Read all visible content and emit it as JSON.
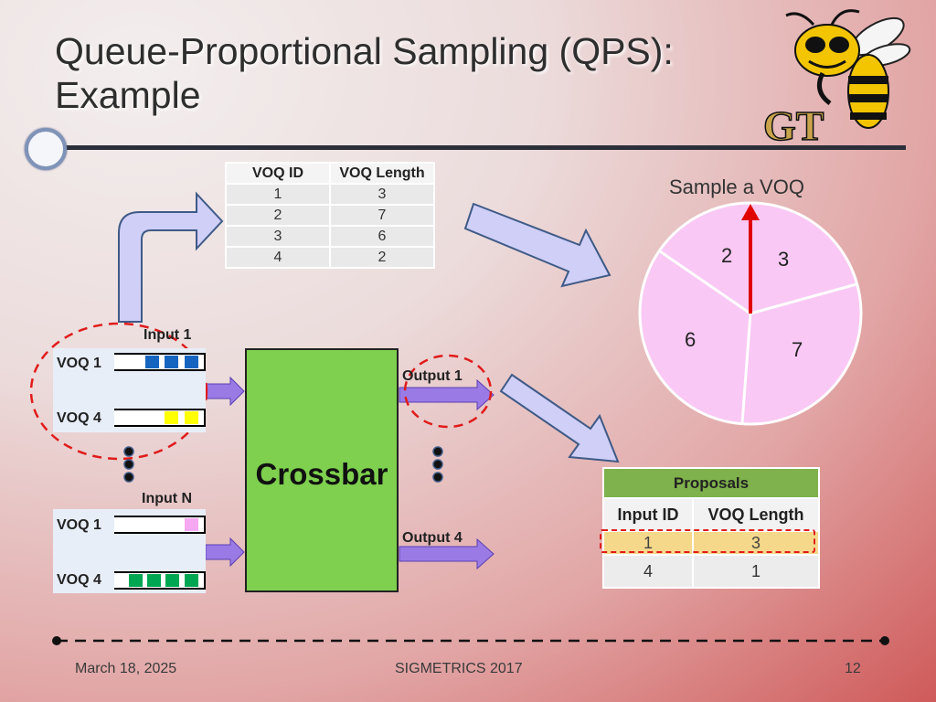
{
  "title": {
    "line1": "Queue-Proportional Sampling (QPS):",
    "line2": "Example"
  },
  "voq_table": {
    "headers": [
      "VOQ ID",
      "VOQ Length"
    ],
    "rows": [
      [
        "1",
        "3"
      ],
      [
        "2",
        "7"
      ],
      [
        "3",
        "6"
      ],
      [
        "4",
        "2"
      ]
    ]
  },
  "sample_label": "Sample a VOQ",
  "pie": {
    "slices": [
      "2",
      "3",
      "7",
      "6"
    ],
    "colors": {
      "fill": "#f9c8f4",
      "pointer": "#e00000"
    }
  },
  "inputs": [
    {
      "label": "Input 1",
      "voqs": [
        {
          "label": "VOQ 1",
          "packets": 3,
          "color": "#1565c0"
        },
        {
          "label": "VOQ 4",
          "packets": 2,
          "color": "#ffff00"
        }
      ]
    },
    {
      "label": "Input N",
      "voqs": [
        {
          "label": "VOQ 1",
          "packets": 1,
          "color": "#f7a8f2"
        },
        {
          "label": "VOQ 4",
          "packets": 4,
          "color": "#00a651"
        }
      ]
    }
  ],
  "crossbar": {
    "label": "Crossbar",
    "color": "#7ed04e"
  },
  "outputs": [
    "Output 1",
    "Output 4"
  ],
  "proposals": {
    "title": "Proposals",
    "headers": [
      "Input ID",
      "VOQ Length"
    ],
    "rows": [
      [
        "1",
        "3"
      ],
      [
        "4",
        "1"
      ]
    ]
  },
  "footer": {
    "date": "March 18, 2025",
    "center": "SIGMETRICS 2017",
    "page": "12"
  }
}
